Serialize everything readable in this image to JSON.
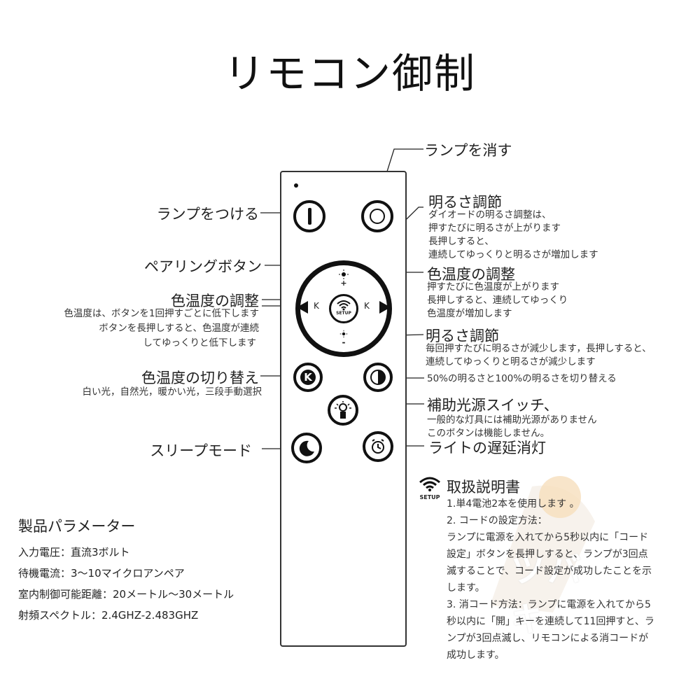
{
  "title": "リモコン御制",
  "labels": {
    "lamp_off": "ランプを消す",
    "lamp_on": "ランプをつける",
    "brightness_up_title": "明るさ調節",
    "brightness_up_desc": [
      "ダイオードの明るさ調整は、",
      "押すたびに明るさが上がります",
      "長押しすると、",
      "連続してゆっくりと明るさが増加します"
    ],
    "pairing": "ペアリングボタン",
    "color_temp_up_title": "色温度の調整",
    "color_temp_up_desc": [
      "押すたびに色温度が上がります",
      "長押しすると、連続してゆっくり",
      "色温度が増加します"
    ],
    "color_temp_down_title": "色温度の調整",
    "color_temp_down_desc": [
      "色温度は、ボタンを1回押すごとに低下します",
      "ボタンを長押しすると、色温度が連続",
      "してゆっくりと低下します"
    ],
    "brightness_down_title": "明るさ調節",
    "brightness_down_desc": [
      "毎回押すたびに明るさが減少します，長押しすると、",
      "連続してゆっくりと明るさが減少します"
    ],
    "color_switch_title": "色温度の切り替え",
    "color_switch_desc": "白い光，自然光，暖かい光，三段手動選択",
    "brightness_toggle": "50%の明るさと100%の明るさを切り替える",
    "aux_title": "補助光源スイッチ、",
    "aux_desc": [
      "一般的な灯具には補助光源がありません",
      "このボタンは機能しません。"
    ],
    "sleep": "スリープモード",
    "delay": "ライトの遅延消灯"
  },
  "remote": {
    "pad_setup": "SETUP",
    "k_left": "K",
    "k_right": "K",
    "plus": "+",
    "minus": "-"
  },
  "params": {
    "title": "製品パラメーター",
    "lines": [
      "入力電圧：直流3ボルト",
      "待機電流：3～10マイクロアンペア",
      "室内制御可能距離：20メートル～30メートル",
      "射頻スペクトル：2.4GHZ-2.483GHZ"
    ]
  },
  "manual": {
    "setup_icon_text": "SETUP",
    "title": "取扱説明書",
    "lines": [
      "1.単4電池2本を使用します 。",
      "2. コードの設定方法：",
      "ランプに電源を入れてから5秒以内に「コード",
      "設定」ボタンを長押しすると、ランプが3回点",
      "滅することで、コード設定が成功したことを示",
      "します。",
      "3. 消コード方法：ランプに電源を入れてから5",
      "秒以内に「開」キーを連続して11回押すと、ラ",
      "ンプが3回点滅し、リモコンによる消コードが",
      "成功します。"
    ]
  },
  "watermark": "ツバキ",
  "colors": {
    "line": "#222222",
    "button": "#111111",
    "watermark": "#e8c9a0"
  }
}
